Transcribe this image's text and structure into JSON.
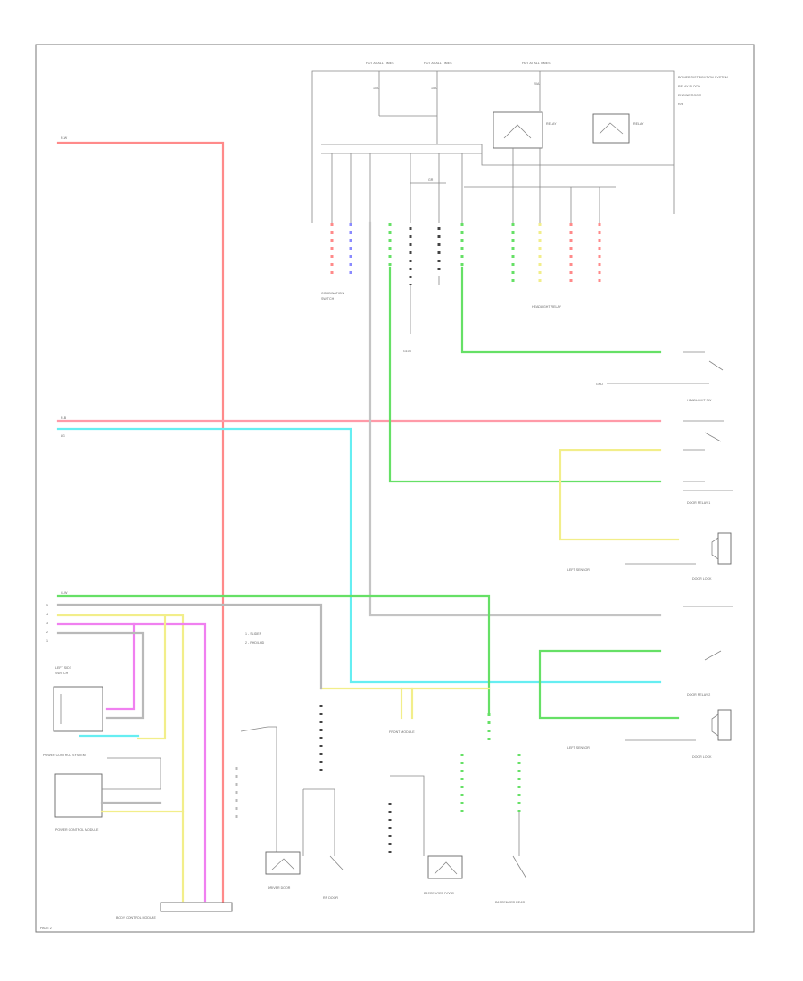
{
  "colors": {
    "red": "#ff8a8a",
    "pink_red": "#ff9aa8",
    "green": "#66e066",
    "cyan": "#66eef2",
    "yellow": "#f2ee8a",
    "magenta": "#f080f0",
    "blue": "#8a8aff",
    "gray": "#b9b9b9",
    "dark": "#444444"
  },
  "labels": {
    "fuse_top_left": "HOT AT ALL TIMES",
    "fuse_top_mid": "HOT AT ALL TIMES",
    "fuse_top_right": "HOT AT ALL TIMES",
    "relay_note": "POWER DISTRIBUTION SYSTEM",
    "headlight_relay": "HEADLIGHT RELAY",
    "ground_top": "G103",
    "headlight_sw": "HEADLIGHT SW",
    "door_relay_1": "DOOR RELAY 1",
    "door_relay_2": "DOOR RELAY 2",
    "door_lock_1": "DOOR LOCK",
    "door_lock_2": "DOOR LOCK",
    "left_sensor": "LEFT SENSOR",
    "left_sensor_2": "LEFT SENSOR",
    "legend_1": "1 - SLIDER",
    "legend_2": "2 - RHD/LHD",
    "power_control": "POWER CONTROL SYSTEM",
    "module_left": "POWER CONTROL MODULE",
    "driver_door": "DRIVER DOOR",
    "rr_door": "RR DOOR",
    "front_module": "FRONT MODULE",
    "passenger_door": "PASSENGER DOOR",
    "passenger_rear": "PASSENGER REAR",
    "bottom_left": "BODY CONTROL MODULE",
    "page_ref": "PAGE 2"
  }
}
